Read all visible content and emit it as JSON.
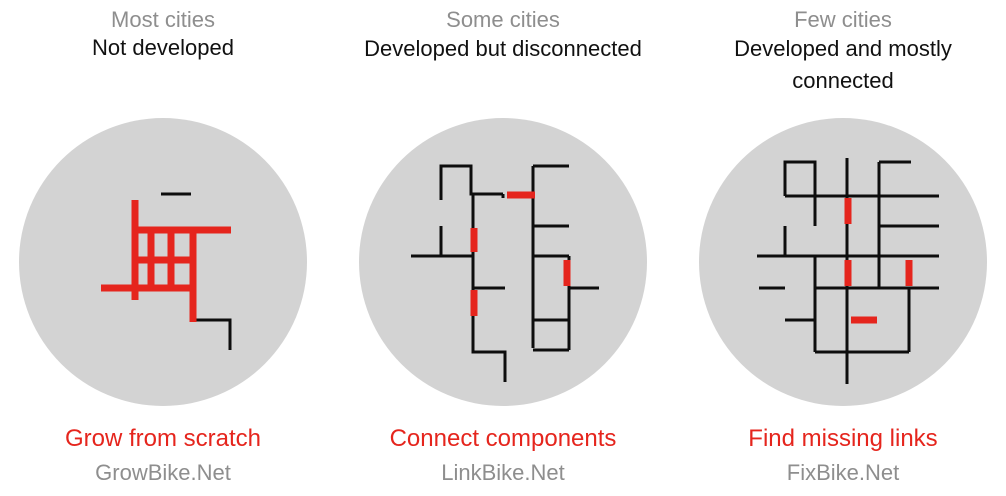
{
  "colors": {
    "circle": "#d3d3d3",
    "black_edge": "#0d0d0d",
    "red_edge": "#e5251d",
    "category_text": "#8e8e8e",
    "description_text": "#111111",
    "action_text": "#e5251d"
  },
  "panels": [
    {
      "category": "Most cities",
      "description": "Not developed",
      "action": "Grow from scratch",
      "tool": "GrowBike.Net"
    },
    {
      "category": "Some cities",
      "description": "Developed but disconnected",
      "action": "Connect components",
      "tool": "LinkBike.Net"
    },
    {
      "category": "Few cities",
      "description": "Developed and mostly connected",
      "action": "Find missing links",
      "tool": "FixBike.Net"
    }
  ]
}
